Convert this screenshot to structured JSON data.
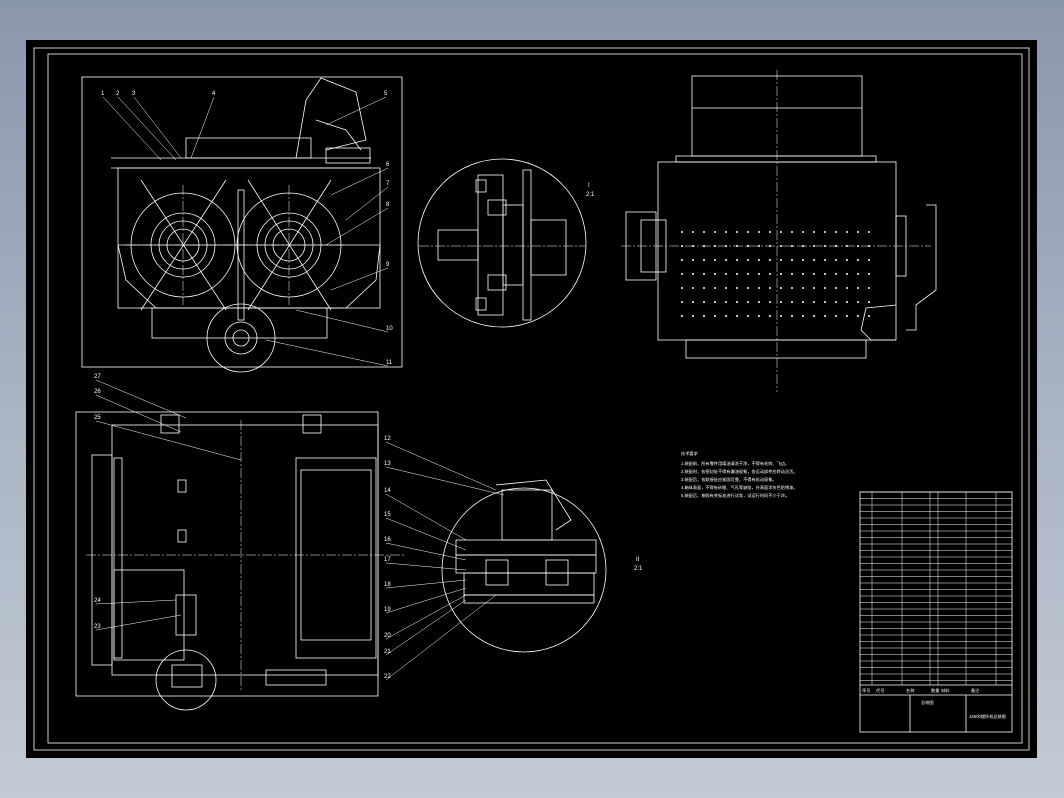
{
  "drawing": {
    "top_view_balloons": [
      "1",
      "2",
      "3",
      "4",
      "5",
      "6",
      "7",
      "8",
      "9",
      "10",
      "11"
    ],
    "plan_view_balloons": [
      "27",
      "26",
      "25",
      "24",
      "23"
    ],
    "detail_balloons": [
      "12",
      "13",
      "14",
      "15",
      "16",
      "17",
      "18",
      "19",
      "20",
      "21",
      "22"
    ],
    "detail_i_label": "I",
    "detail_i_scale": "2:1",
    "detail_ii_label": "II",
    "detail_ii_scale": "2:1",
    "tech_req_title": "技术要求",
    "tech_req_lines": [
      "1.装配前，所有零件用煤油清洗干净，不得有毛刺、飞边。",
      "2.装配时，各密封处不得有漏油现象，各运动部件应转动灵活。",
      "3.装配后，各联接处应紧固可靠，不得有松动现象。",
      "4.箱体表面，不得有砂眼、气孔等缺陷，外表面涂灰色防锈漆。",
      "5.装配后，按照有关标准进行试车，试运行时间不少于2h。"
    ]
  },
  "title_block": {
    "assembly_name": "总装图",
    "drawing_title": "JS500搅拌机总装图",
    "header_cols": [
      "序号",
      "代号",
      "名称",
      "数量",
      "材料",
      "备注"
    ]
  }
}
